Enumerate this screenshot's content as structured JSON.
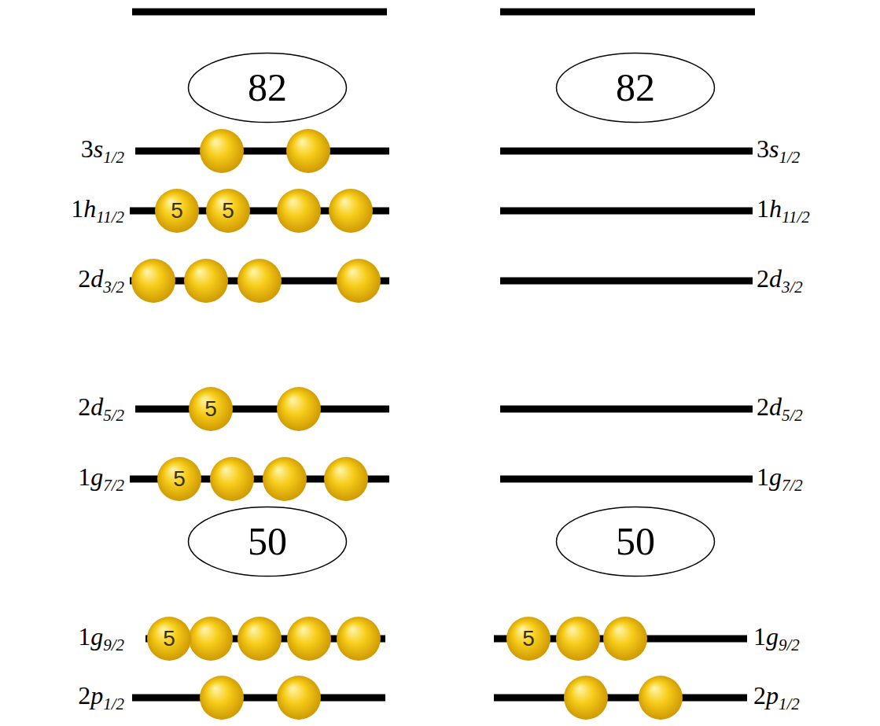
{
  "diagram": {
    "nodes": [
      {
        "text": [
          "82"
        ]
      },
      {
        "text": [
          "82"
        ]
      },
      {
        "text": [
          "5"
        ]
      },
      {
        "text": [
          "5"
        ]
      },
      {
        "text": [
          "5"
        ]
      },
      {
        "text": [
          "5"
        ]
      },
      {
        "text": [
          "50"
        ]
      },
      {
        "text": [
          "50"
        ]
      },
      {
        "text": [
          "5"
        ]
      },
      {
        "text": [
          "5"
        ]
      }
    ],
    "labels": [
      "3s1/2",
      "3s1/2",
      "1h11/2",
      "1h11/2",
      "2d3/2",
      "2d3/2",
      "2d5/2",
      "2d5/2",
      "1g7/2",
      "1g7/2",
      "1g9/2",
      "1g9/2",
      "2p1/2",
      "2p1/2"
    ]
  }
}
